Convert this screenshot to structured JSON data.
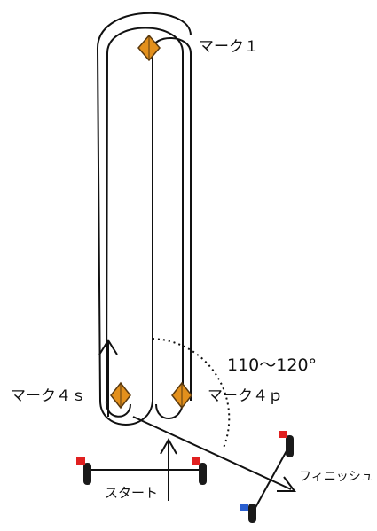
{
  "labels": {
    "mark1": "マーク１",
    "mark4s": "マーク４ｓ",
    "mark4p": "マーク４ｐ",
    "angle": "110～120°",
    "start": "スタート",
    "finish": "フィニッシュ"
  },
  "colors": {
    "line": "#111111",
    "mark_fill": "#e3901c",
    "mark_stroke": "#5a3a10",
    "flag_red": "#e02020",
    "flag_blue": "#2a5fd0",
    "boat": "#1a1a1a"
  },
  "icons": {
    "mark": "diamond-buoy-icon",
    "start_boat": "committee-boat-icon",
    "finish_boat": "finish-boat-icon"
  }
}
